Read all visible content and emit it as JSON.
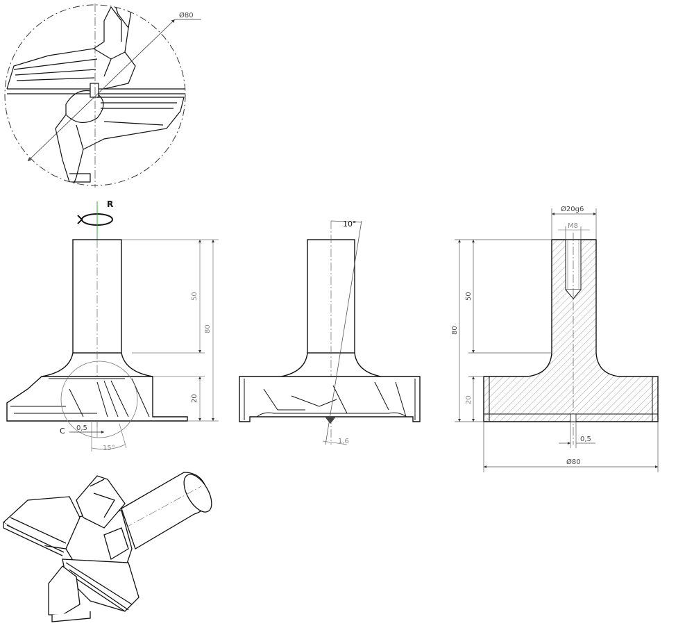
{
  "detail_view": {
    "dia_label": "Ø80"
  },
  "front_view": {
    "rotation_label": "R",
    "dim_50": "50",
    "dim_80": "80",
    "dim_20": "20",
    "chamfer_label": "C",
    "dim_0_5": "0,5",
    "angle_15": "15°"
  },
  "side_view": {
    "angle_10": "10°",
    "dim_1_6": "1,6"
  },
  "section_view": {
    "dia_shank": "Ø20g6",
    "thread": "M8",
    "dim_50": "50",
    "dim_80": "80",
    "dim_20": "20",
    "dim_0_5": "0,5",
    "dia_body": "Ø80"
  }
}
